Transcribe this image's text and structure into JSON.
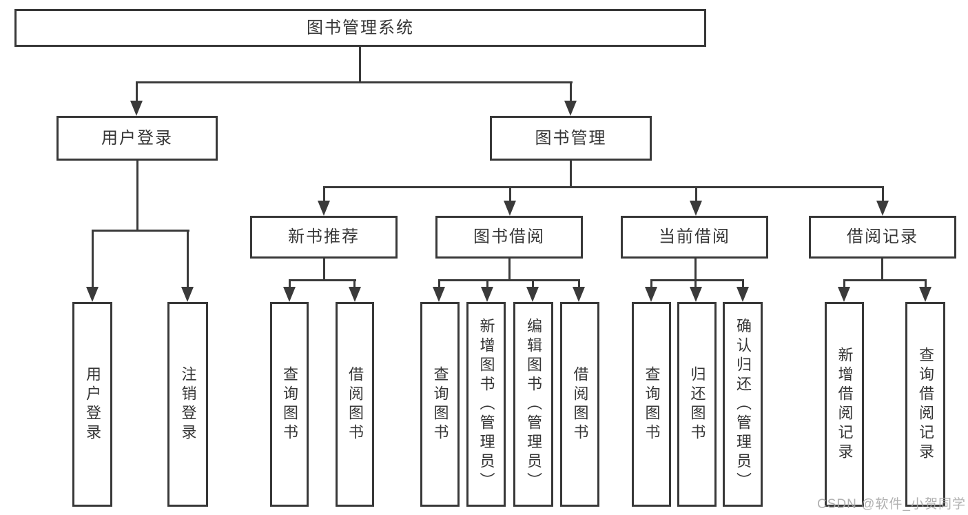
{
  "diagram": {
    "title": "图书管理系统",
    "type": "functional-structure-tree",
    "colors": {
      "line": "#3a3a3a",
      "text": "#363636",
      "background": "#ffffff",
      "watermark": "#a8a8a8"
    }
  },
  "nodes": {
    "root": {
      "label": "图书管理系统",
      "children": [
        "user_login",
        "book_mgmt"
      ]
    },
    "user_login": {
      "label": "用户登录",
      "children": [
        "login",
        "logout"
      ]
    },
    "book_mgmt": {
      "label": "图书管理",
      "children": [
        "new_book_rec",
        "book_borrow",
        "current_borrow",
        "borrow_record"
      ]
    },
    "new_book_rec": {
      "label": "新书推荐",
      "children": [
        "rec_query_book",
        "rec_borrow_book"
      ]
    },
    "book_borrow": {
      "label": "图书借阅",
      "children": [
        "bb_query_book",
        "bb_add_book",
        "bb_edit_book",
        "bb_borrow_book"
      ]
    },
    "current_borrow": {
      "label": "当前借阅",
      "children": [
        "cb_query_book",
        "cb_return_book",
        "cb_confirm_return"
      ]
    },
    "borrow_record": {
      "label": "借阅记录",
      "children": [
        "br_add_record",
        "br_query_record"
      ]
    },
    "login": {
      "label": "用户登录"
    },
    "logout": {
      "label": "注销登录"
    },
    "rec_query_book": {
      "label": "查询图书"
    },
    "rec_borrow_book": {
      "label": "借阅图书"
    },
    "bb_query_book": {
      "label": "查询图书"
    },
    "bb_add_book": {
      "label": "新增图书（管理员）"
    },
    "bb_edit_book": {
      "label": "编辑图书（管理员）"
    },
    "bb_borrow_book": {
      "label": "借阅图书"
    },
    "cb_query_book": {
      "label": "查询图书"
    },
    "cb_return_book": {
      "label": "归还图书"
    },
    "cb_confirm_return": {
      "label": "确认归还（管理员）"
    },
    "br_add_record": {
      "label": "新增借阅记录"
    },
    "br_query_record": {
      "label": "查询借阅记录"
    }
  },
  "watermark": {
    "text": "CSDN @软件_小贺同学"
  }
}
